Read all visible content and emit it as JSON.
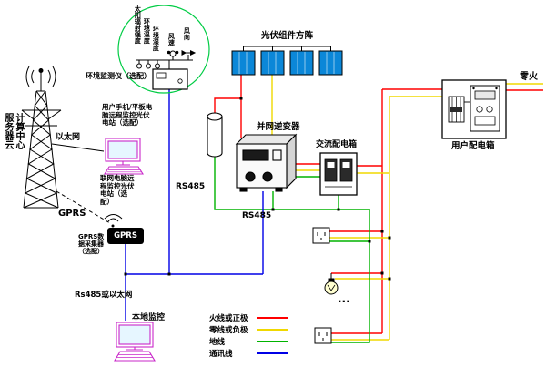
{
  "diagram": {
    "labels": {
      "server_center": "服务器云计算中心",
      "ethernet": "以太网",
      "gprs_wireless": "GPRS",
      "mobile_remote": "用户手机/平板电脑远程监控光伏电站（选配）",
      "pc_remote": "联网电脑远程监控光伏电站（选配）",
      "gprs_collector": "GPRS数据采集器（选配）",
      "gprs_device": "GPRS",
      "rs485_or_ethernet": "Rs485或以太网",
      "local_monitor": "本地监控",
      "env_monitor": "环境监测仪（选配）",
      "solar_radiation": "太阳辐射强度",
      "ambient_temperature": "环境温度",
      "ambient_humidity": "环境湿度",
      "wind_speed": "风速",
      "wind_direction": "风向",
      "pv_array": "光伏组件方阵",
      "inverter": "并网逆变器",
      "ac_box": "交流配电箱",
      "user_box": "用户配电箱",
      "neutral_live": "零火",
      "rs485_env": "RS485",
      "rs485_inverter": "RS485",
      "more_loads": "..."
    },
    "legend": {
      "items": [
        {
          "label": "火线或正极",
          "color": "#ff0000"
        },
        {
          "label": "零线或负极",
          "color": "#f0d800"
        },
        {
          "label": "地线",
          "color": "#00b400"
        },
        {
          "label": "通讯线",
          "color": "#0000e6"
        }
      ]
    },
    "colors": {
      "pv_panel": "#0b87d8",
      "monitor_outline": "#c928c9",
      "sensor_circle": "#00cc44"
    }
  }
}
